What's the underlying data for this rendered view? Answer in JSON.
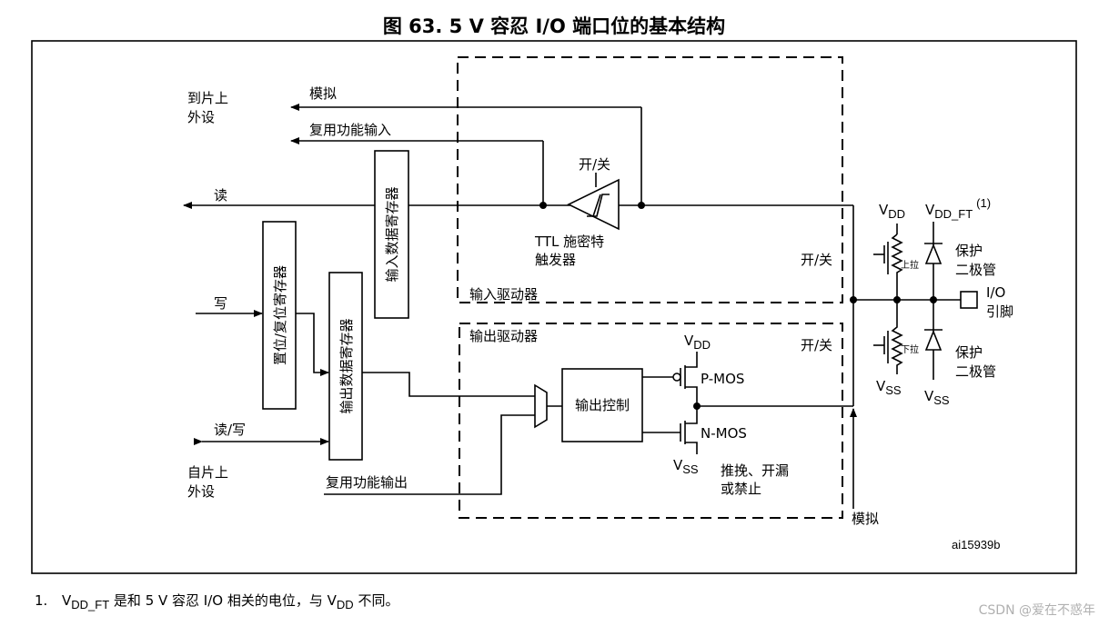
{
  "title": "图 63. 5 V 容忍 I/O 端口位的基本结构",
  "labels": {
    "to_chip_peripheral": [
      "到片上",
      "外设"
    ],
    "analog_in": "模拟",
    "alt_func_in": "复用功能输入",
    "read": "读",
    "input_data_reg": "输入数据寄存器",
    "onoff_schmitt": "开/关",
    "ttl_schmitt": [
      "TTL 施密特",
      "触发器"
    ],
    "onoff_right_top": "开/关",
    "input_driver": "输入驱动器",
    "write": "写",
    "bsrr": "置位/复位寄存器",
    "output_data_reg": "输出数据寄存器",
    "output_driver": "输出驱动器",
    "output_control": "输出控制",
    "read_write": "读/写",
    "from_chip_peripheral": [
      "自片上",
      "外设"
    ],
    "alt_func_out": "复用功能输出",
    "vdd_pmos_pre": "V",
    "vdd_pmos_sub": "DD",
    "pmos": "P-MOS",
    "nmos": "N-MOS",
    "vss_nmos_pre": "V",
    "vss_nmos_sub": "SS",
    "push_pull": [
      "推挽、开漏",
      "或禁止"
    ],
    "onoff_right_mid": "开/关",
    "analog_out": "模拟",
    "vdd_top_pre": "V",
    "vdd_top_sub": "DD",
    "vddft_pre": "V",
    "vddft_sub": "DD_FT",
    "vddft_note": "(1)",
    "pull_up": "上拉",
    "pull_down": "下拉",
    "protect_diode_top": [
      "保护",
      "二极管"
    ],
    "protect_diode_bottom": [
      "保护",
      "二极管"
    ],
    "io_pin": [
      "I/O",
      "引脚"
    ],
    "vss_pd_pre": "V",
    "vss_pd_sub": "SS",
    "vss_diode_pre": "V",
    "vss_diode_sub": "SS",
    "figure_id": "ai15939b"
  },
  "footnote": {
    "num": "1.",
    "pre": "V",
    "sub": "DD_FT",
    "mid": " 是和 5 V 容忍 I/O 相关的电位，与 V",
    "sub2": "DD",
    "post": " 不同。"
  },
  "watermark": "CSDN @爱在不惑年"
}
